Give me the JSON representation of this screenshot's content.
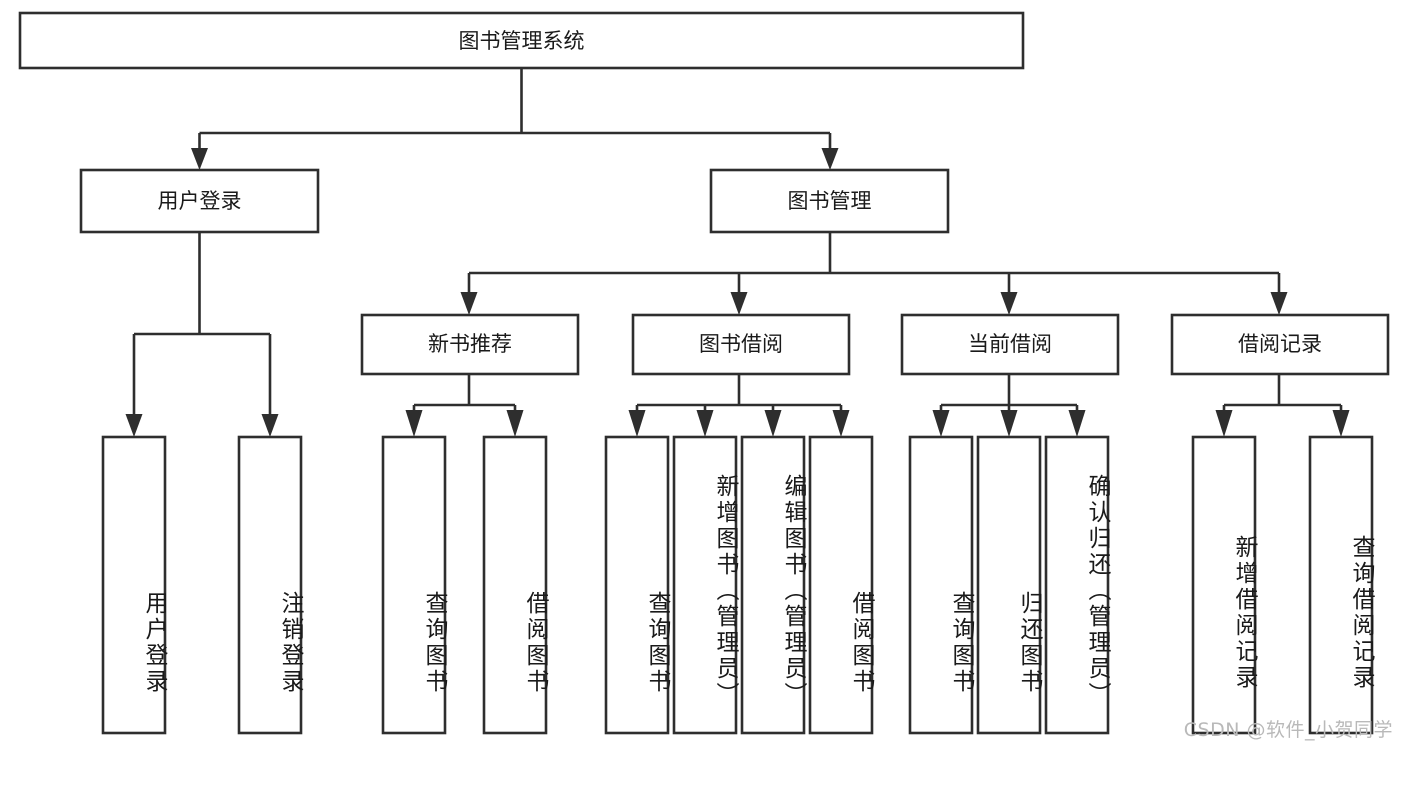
{
  "diagram": {
    "type": "tree",
    "title": "图书管理系统",
    "orientation": "top-down",
    "root": {
      "id": "root",
      "label": "图书管理系统"
    },
    "level2": [
      {
        "id": "user-login",
        "label": "用户登录"
      },
      {
        "id": "book-manage",
        "label": "图书管理"
      }
    ],
    "level3": [
      {
        "id": "new-book-rec",
        "label": "新书推荐",
        "parent": "book-manage"
      },
      {
        "id": "book-borrow",
        "label": "图书借阅",
        "parent": "book-manage"
      },
      {
        "id": "current-borrow",
        "label": "当前借阅",
        "parent": "book-manage"
      },
      {
        "id": "borrow-record",
        "label": "借阅记录",
        "parent": "book-manage"
      }
    ],
    "leaves": [
      {
        "id": "leaf-user-login",
        "label": "用户登录",
        "parent": "user-login"
      },
      {
        "id": "leaf-logout-login",
        "label": "注销登录",
        "parent": "user-login"
      },
      {
        "id": "leaf-query-book-1",
        "label": "查询图书",
        "parent": "new-book-rec"
      },
      {
        "id": "leaf-borrow-book-1",
        "label": "借阅图书",
        "parent": "new-book-rec"
      },
      {
        "id": "leaf-query-book-2",
        "label": "查询图书",
        "parent": "book-borrow"
      },
      {
        "id": "leaf-add-book",
        "label": "新增图书（管理员）",
        "parent": "book-borrow"
      },
      {
        "id": "leaf-edit-book",
        "label": "编辑图书（管理员）",
        "parent": "book-borrow"
      },
      {
        "id": "leaf-borrow-book-2",
        "label": "借阅图书",
        "parent": "book-borrow"
      },
      {
        "id": "leaf-query-book-3",
        "label": "查询图书",
        "parent": "current-borrow"
      },
      {
        "id": "leaf-return-book",
        "label": "归还图书",
        "parent": "current-borrow"
      },
      {
        "id": "leaf-confirm-return",
        "label": "确认归还（管理员）",
        "parent": "current-borrow"
      },
      {
        "id": "leaf-add-record",
        "label": "新增借阅记录",
        "parent": "borrow-record"
      },
      {
        "id": "leaf-query-record",
        "label": "查询借阅记录",
        "parent": "borrow-record"
      }
    ],
    "colors": {
      "stroke": "#2e2e2e",
      "fill": "#ffffff",
      "text": "#1a1a1a",
      "watermark": "#b9b9b9",
      "background": "#ffffff"
    }
  },
  "watermark": {
    "text": "CSDN @软件_小贺同学"
  }
}
